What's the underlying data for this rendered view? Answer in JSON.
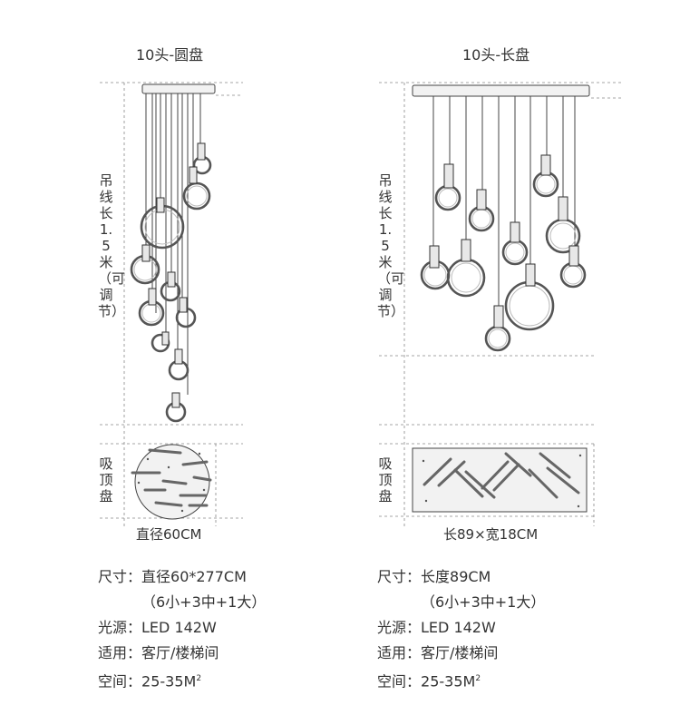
{
  "left": {
    "title": "10头-圆盘",
    "wire_label": "吊线长1.5米（可调节）",
    "canopy_label": "吸顶盘",
    "canopy_caption": "直径60CM",
    "specs": {
      "size_label": "尺寸：",
      "size_value": "直径60*277CM",
      "size_detail": "（6小+3中+1大）",
      "light_label": "光源：",
      "light_value": "LED 142W",
      "use_label": "适用：",
      "use_value": "客厅/楼梯间",
      "space_label": "空间：",
      "space_value": "25-35M",
      "space_sup": "2"
    }
  },
  "right": {
    "title": "10头-长盘",
    "wire_label": "吊线长1.5米（可调节）",
    "canopy_label": "吸顶盘",
    "canopy_caption": "长89×宽18CM",
    "specs": {
      "size_label": "尺寸：",
      "size_value": "长度89CM",
      "size_detail": "（6小+3中+1大）",
      "light_label": "光源：",
      "light_value": "LED 142W",
      "use_label": "适用：",
      "use_value": "客厅/楼梯间",
      "space_label": "空间：",
      "space_value": "25-35M",
      "space_sup": "2"
    }
  }
}
